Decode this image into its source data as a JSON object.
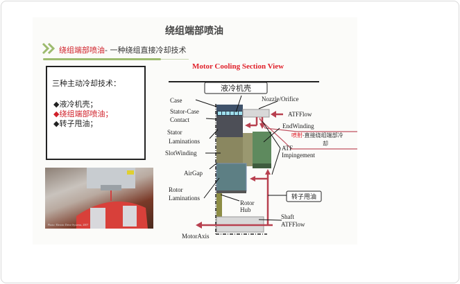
{
  "title": "绕组端部喷油",
  "subtitle": {
    "highlight": "绕组端部喷油",
    "rest": "- 一种绕组直接冷却技术"
  },
  "textbox": {
    "heading": "三种主动冷却技术：",
    "items": [
      {
        "text": "◆液冷机壳；",
        "color": "#222222"
      },
      {
        "text": "◆绕组端部喷油；",
        "color": "#d0212a"
      },
      {
        "text": "◆转子甩油；",
        "color": "#222222"
      }
    ]
  },
  "photo": {
    "caption": "Photo: Electric Drive Systems, 2007"
  },
  "diagram": {
    "title": "Motor Cooling Section View",
    "housing_label": "液冷机壳",
    "labels": {
      "case": "Case",
      "stator_case_1": "Stator-Case",
      "stator_case_2": "Contact",
      "stator_1": "Stator",
      "stator_2": "Laminations",
      "slot_winding": "SlotWinding",
      "air_gap": "AirGap",
      "rotor_1": "Rotor",
      "rotor_2": "Laminations",
      "hub_1": "Rotor",
      "hub_2": "Hub",
      "motor_axis": "MotorAxis",
      "nozzle": "Nozzle/Orifice",
      "atf_flow": "ATFFlow",
      "end_winding": "EndWinding",
      "atf_imp_1": "ATF",
      "atf_imp_2": "Impingement",
      "shaft_1": "Shaft",
      "shaft_2": "ATFFlow"
    },
    "spray_callout": {
      "red": "喷射",
      "rest_1": "-直接绕组端部冷",
      "rest_2": "却"
    },
    "rotor_oil_label": "转子甩油",
    "colors": {
      "arrow": "#b8404f",
      "accent": "#d0212a"
    }
  }
}
